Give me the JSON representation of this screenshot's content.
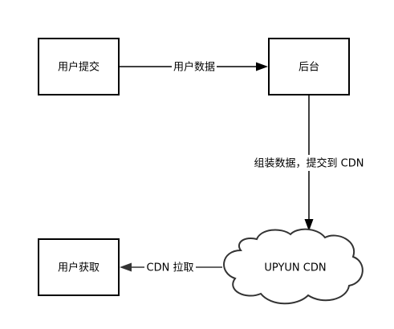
{
  "nodes": {
    "user_submit": {
      "label": "用户提交"
    },
    "backend": {
      "label": "后台"
    },
    "user_fetch": {
      "label": "用户获取"
    },
    "upyun_cdn": {
      "label": "UPYUN CDN"
    }
  },
  "edges": {
    "submit_to_backend": {
      "label": "用户数据"
    },
    "backend_to_cdn": {
      "label": "组装数据，提交到 CDN"
    },
    "cdn_to_fetch": {
      "label": "CDN 拉取"
    }
  },
  "colors": {
    "stroke": "#000000",
    "cloud_stroke": "#333333",
    "background": "#ffffff"
  }
}
